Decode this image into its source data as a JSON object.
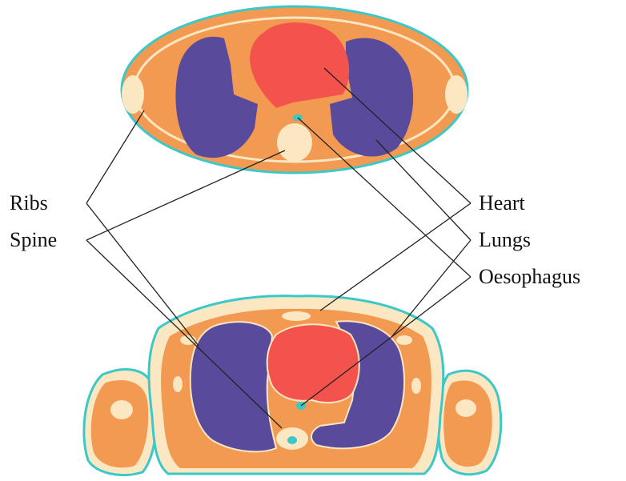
{
  "labels": {
    "ribs": "Ribs",
    "spine": "Spine",
    "heart": "Heart",
    "lungs": "Lungs",
    "oesophagus": "Oesophagus"
  },
  "colors": {
    "body_tissue": "#f39a52",
    "fat_bone": "#fbe7c2",
    "lung": "#5a4a9c",
    "heart": "#f4524c",
    "skin_outline": "#3cc8c8",
    "oesophagus": "#3cc8c8",
    "leader_line": "#222222"
  }
}
